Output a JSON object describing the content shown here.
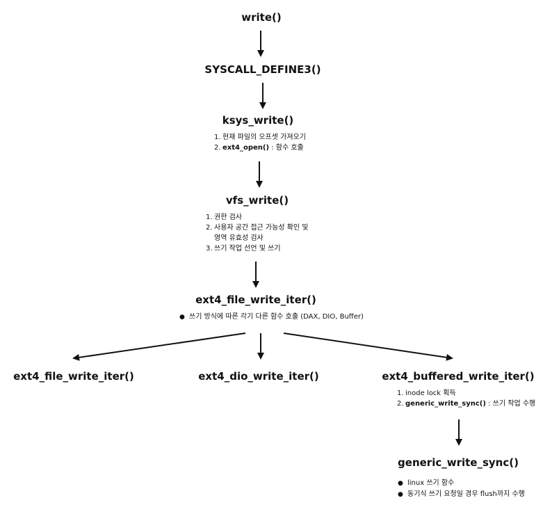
{
  "nodes": {
    "write": "write()",
    "syscall_define3": "SYSCALL_DEFINE3()",
    "ksys_write": "ksys_write()",
    "vfs_write": "vfs_write()",
    "ext4_file_write_iter": "ext4_file_write_iter()",
    "ext4_file_write_iter_left": "ext4_file_write_iter()",
    "ext4_dio_write_iter": "ext4_dio_write_iter()",
    "ext4_buffered_write_iter": "ext4_buffered_write_iter()",
    "generic_write_sync": "generic_write_sync()"
  },
  "notes": {
    "ksys_write": {
      "n1": "1.",
      "line1": "현재 파일의 오프셋 가져오기",
      "n2": "2.",
      "line2_bold": "ext4_open()",
      "line2_rest": " : 함수 호출"
    },
    "vfs_write": {
      "n1": "1.",
      "line1": "권한 검사",
      "n2": "2.",
      "line2": "사용자 공간 접근 가능성 확인 및",
      "line2_cont": "영역 유효성 검사",
      "n3": "3.",
      "line3": "쓰기 작업 선언 및 쓰기"
    },
    "ext4_file_write_iter": {
      "bullet": "●",
      "line1": "쓰기 방식에 따른 각기 다른 함수 호출 (DAX, DIO, Buffer)"
    },
    "ext4_buffered_write_iter": {
      "n1": "1.",
      "line1": "inode lock 획득",
      "n2": "2.",
      "line2_bold": "generic_write_sync()",
      "line2_rest": " : 쓰기 작업 수행"
    },
    "generic_write_sync": {
      "bullet": "●",
      "line1": "linux 쓰기 함수",
      "line2": "동기식 쓰기 요청일 경우 flush까지 수행"
    }
  },
  "colors": {
    "text": "#111111",
    "arrow": "#111111",
    "background": "#ffffff"
  }
}
